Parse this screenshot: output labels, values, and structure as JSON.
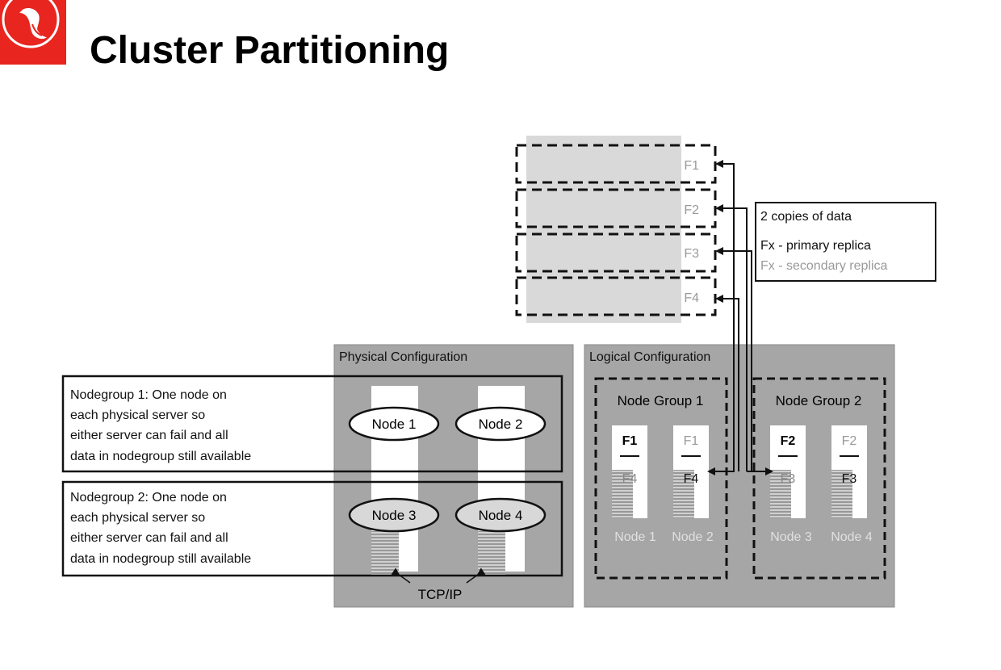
{
  "slide": {
    "title": "Cluster Partitioning"
  },
  "diagram": {
    "fragments": [
      "F1",
      "F2",
      "F3",
      "F4"
    ],
    "legend": {
      "line1": "2 copies of data",
      "line2": "Fx - primary replica",
      "line3": "Fx - secondary replica"
    },
    "physical": {
      "label": "Physical Configuration",
      "nodes": [
        "Node 1",
        "Node 2",
        "Node 3",
        "Node 4"
      ],
      "transport": "TCP/IP"
    },
    "callouts": [
      [
        "Nodegroup 1: One node on",
        "each physical server so",
        "either server can fail and all",
        "data in nodegroup still available"
      ],
      [
        "Nodegroup 2: One node on",
        "each physical server so",
        "either server can fail and all",
        "data in nodegroup still available"
      ]
    ],
    "logical": {
      "label": "Logical Configuration",
      "group1": {
        "label": "Node Group 1",
        "primary": [
          "F1",
          "F1"
        ],
        "secondary": [
          "F4",
          "F4"
        ],
        "nodes": [
          "Node 1",
          "Node 2"
        ]
      },
      "group2": {
        "label": "Node Group 2",
        "primary": [
          "F2",
          "F2"
        ],
        "secondary": [
          "F3",
          "F3"
        ],
        "nodes": [
          "Node 3",
          "Node 4"
        ]
      }
    }
  },
  "colors": {
    "panel": "#a6a6a6",
    "fragment_fill": "#d9d9d9",
    "logo_red": "#e8251f",
    "secondary_text": "#999999"
  }
}
